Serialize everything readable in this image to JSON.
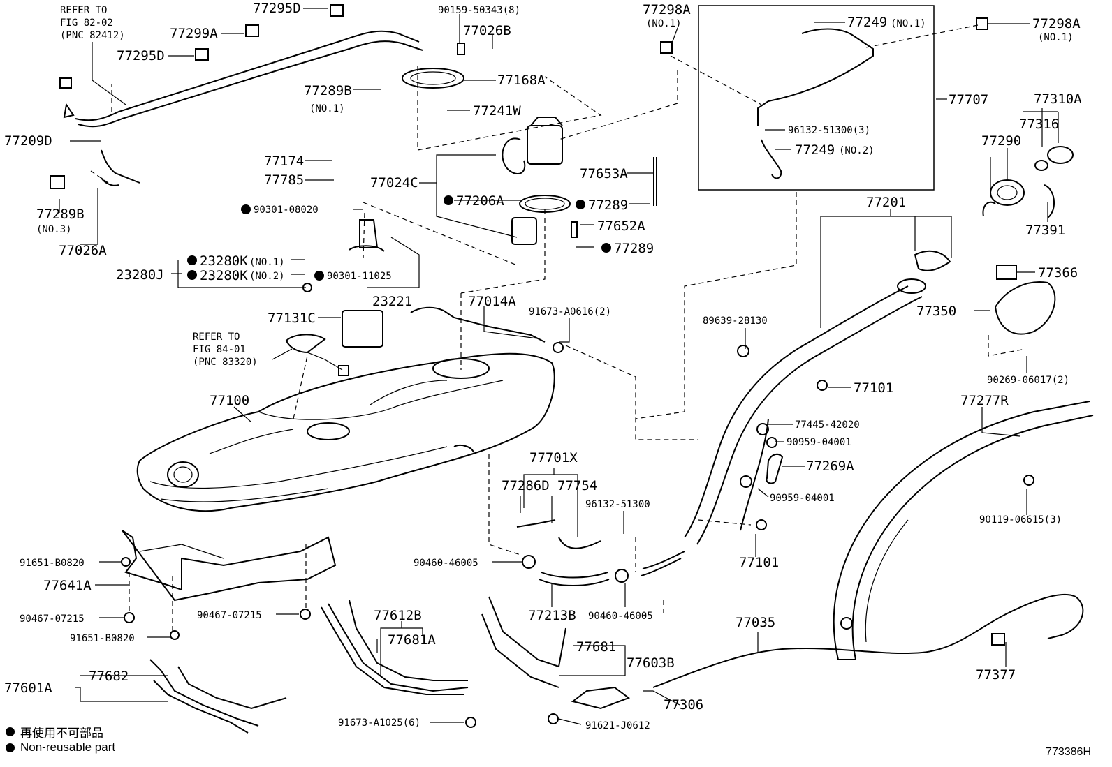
{
  "labels": {
    "l77295D_top": "77295D",
    "l90159": "90159-50343(8)",
    "l77298A_1": "77298A",
    "l77298A_1_no": "(NO.1)",
    "l77249_1": "77249",
    "l77249_1_no": "(NO.1)",
    "l77298A_2": "77298A",
    "l77298A_2_no": "(NO.1)",
    "refer1": "REFER TO",
    "refer1b": "FIG 82-02",
    "refer1c": "(PNC 82412)",
    "l77299A": "77299A",
    "l77026B": "77026B",
    "l77295D": "77295D",
    "l77168A": "77168A",
    "l77707": "77707",
    "l77289B_1": "77289B",
    "l77289B_1_no": "(NO.1)",
    "l77310A": "77310A",
    "l77241W": "77241W",
    "l96132_3": "96132-51300(3)",
    "l77316": "77316",
    "l77209D": "77209D",
    "l77290": "77290",
    "l77249_2": "77249",
    "l77249_2_no": "(NO.2)",
    "l77174": "77174",
    "l77653A": "77653A",
    "l77785": "77785",
    "l77024C": "77024C",
    "l77289B_3": "77289B",
    "l77289B_3_no": "(NO.3)",
    "l77206A": "77206A",
    "l77289_1": "77289",
    "l77201": "77201",
    "l90301_08020": "90301-08020",
    "l77652A": "77652A",
    "l77391": "77391",
    "l77026A": "77026A",
    "l77289_2": "77289",
    "l23280K_1": "23280K",
    "l23280K_1_no": "(NO.1)",
    "l77366": "77366",
    "l23280J": "23280J",
    "l23280K_2": "23280K",
    "l23280K_2_no": "(NO.2)",
    "l90301_11025": "90301-11025",
    "l23221": "23221",
    "l77014A": "77014A",
    "l91673_A0616": "91673-A0616(2)",
    "l77350": "77350",
    "l77131C": "77131C",
    "l89639": "89639-28130",
    "refer2": "REFER TO",
    "refer2b": "FIG 84-01",
    "refer2c": "(PNC 83320)",
    "l77101_1": "77101",
    "l90269": "90269-06017(2)",
    "l77100": "77100",
    "l77277R": "77277R",
    "l77445": "77445-42020",
    "l90959_1": "90959-04001",
    "l77701X": "77701X",
    "l77269A": "77269A",
    "l77286D": "77286D",
    "l77754": "77754",
    "l90959_2": "90959-04001",
    "l96132_b": "96132-51300",
    "l90119": "90119-06615(3)",
    "l77101_2": "77101",
    "l91651_1": "91651-B0820",
    "l90460_1": "90460-46005",
    "l77641A": "77641A",
    "l77213B": "77213B",
    "l90460_2": "90460-46005",
    "l77612B": "77612B",
    "l90467_1": "90467-07215",
    "l90467_2": "90467-07215",
    "l77035": "77035",
    "l91651_2": "91651-B0820",
    "l77681A": "77681A",
    "l77681": "77681",
    "l77603B": "77603B",
    "l77377": "77377",
    "l77601A": "77601A",
    "l77682": "77682",
    "l77306": "77306",
    "l91673_A1025": "91673-A1025(6)",
    "l91621": "91621-J0612"
  },
  "legend": {
    "jp": "再使用不可部品",
    "en": "Non-reusable part"
  },
  "figure_id": "773386H"
}
